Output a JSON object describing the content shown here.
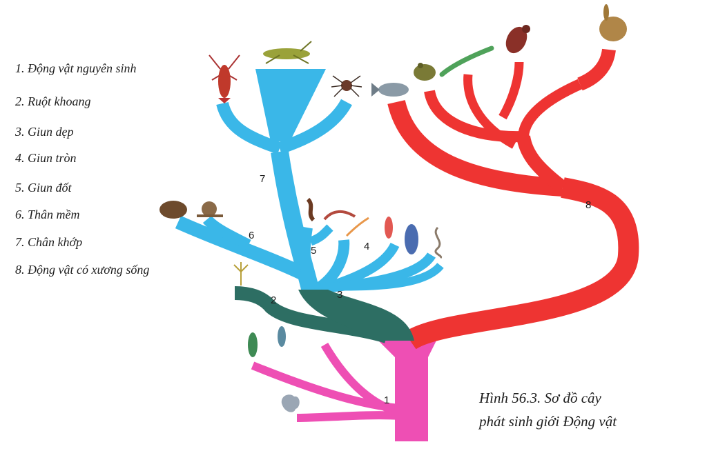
{
  "legend": [
    "1. Động vật nguyên sinh",
    "2. Ruột khoang",
    "3. Giun dẹp",
    "4. Giun tròn",
    "5. Giun đốt",
    "6. Thân mềm",
    "7. Chân khớp",
    "8. Động vật có xương sống"
  ],
  "branch_numbers": [
    "1",
    "2",
    "3",
    "4",
    "5",
    "6",
    "7",
    "8"
  ],
  "caption": {
    "line1": "Hình 56.3. Sơ đồ cây",
    "line2": "phát sinh giới Động vật"
  },
  "colors": {
    "protozoa": "#ee4fb4",
    "cnidaria": "#2d6e63",
    "invertebrates": "#3ab7e8",
    "vertebrates": "#ee3432"
  },
  "icons": [
    "lobster-icon",
    "grasshopper-icon",
    "spider-icon",
    "fish-icon",
    "frog-icon",
    "lizard-icon",
    "bird-icon",
    "rabbit-icon",
    "clam-icon",
    "snail-icon",
    "centipede-icon",
    "earthworm-icon",
    "roundworm-icon",
    "leech-icon",
    "flatworm-icon",
    "tapeworm-icon",
    "hydra-icon",
    "euglena-icon",
    "paramecium-icon",
    "amoeba-icon"
  ]
}
